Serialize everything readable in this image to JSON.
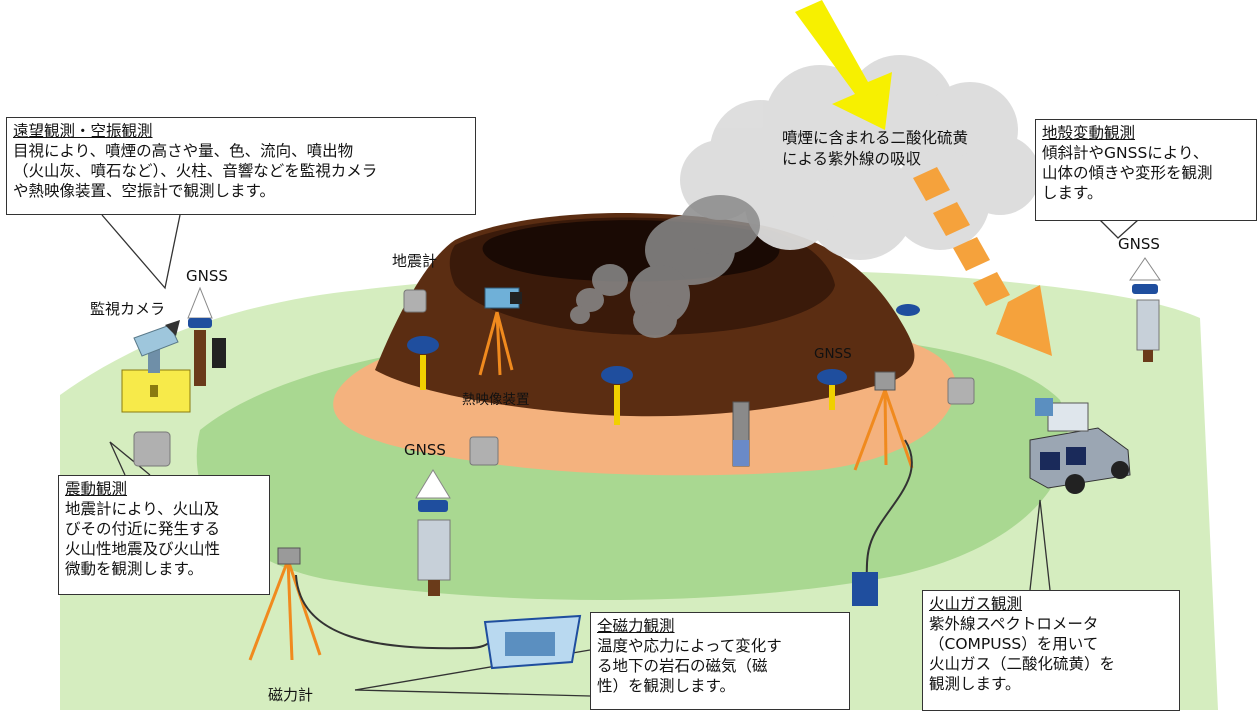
{
  "boxes": {
    "remote": {
      "title": "遠望観測・空振観測",
      "body": "目視により、噴煙の高さや量、色、流向、噴出物\n（火山灰、噴石など）、火柱、音響などを監視カメラ\nや熱映像装置、空振計で観測します。"
    },
    "crustal": {
      "title": "地殻変動観測",
      "body": "傾斜計やGNSSにより、\n山体の傾きや変形を観測\nします。"
    },
    "seismic": {
      "title": "震動観測",
      "body": "地震計により、火山及\nびその付近に発生する\n火山性地震及び火山性\n微動を観測します。"
    },
    "magnetic": {
      "title": "全磁力観測",
      "body": "温度や応力によって変化す\nる地下の岩石の磁気（磁\n性）を観測します。"
    },
    "gas": {
      "title": "火山ガス観測",
      "body": "紫外線スペクトロメータ\n（COMPUSS）を用いて\n火山ガス（二酸化硫黄）を\n観測します。"
    }
  },
  "uv_text": "噴煙に含まれる二酸化硫黄\nによる紫外線の吸収",
  "labels": {
    "camera": "監視カメラ",
    "gnss_camera": "GNSS",
    "seismometer": "地震計",
    "thermal": "熱映像装置",
    "gnss_center": "GNSS",
    "gnss_left": "GNSS",
    "gnss_right": "GNSS",
    "magnetometer": "磁力計"
  },
  "colors": {
    "grass_light": "#d5edbf",
    "grass": "#a9d891",
    "sand": "#f4b27e",
    "mountain": "#5b2d12",
    "mountain_dark": "#3a1a0a",
    "crater": "#1a0a04",
    "sun_ray": "#f7f000",
    "uv_arrow": "#f5a23c",
    "gnss_blue": "#1f4e9e",
    "pole_yellow": "#f0d000",
    "tripod": "#f08a1e"
  }
}
